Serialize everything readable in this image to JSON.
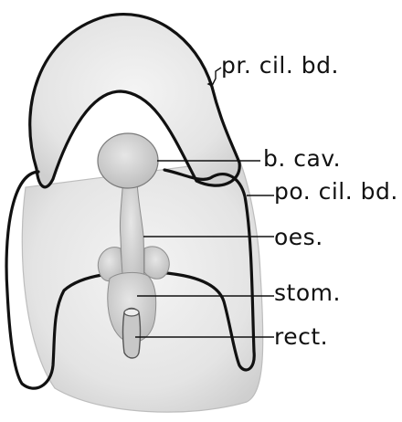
{
  "labels": {
    "prototroch": "pr. cil. bd.",
    "buccal_cavity": "b. cav.",
    "posttroch": "po. cil. bd.",
    "oesophagus": "oes.",
    "stomach": "stom.",
    "rectum": "rect."
  },
  "colors": {
    "ink": "#111111",
    "body_fill": "#e6e6e6",
    "organ_fill": "#d2d2d2",
    "paper": "#ffffff"
  }
}
